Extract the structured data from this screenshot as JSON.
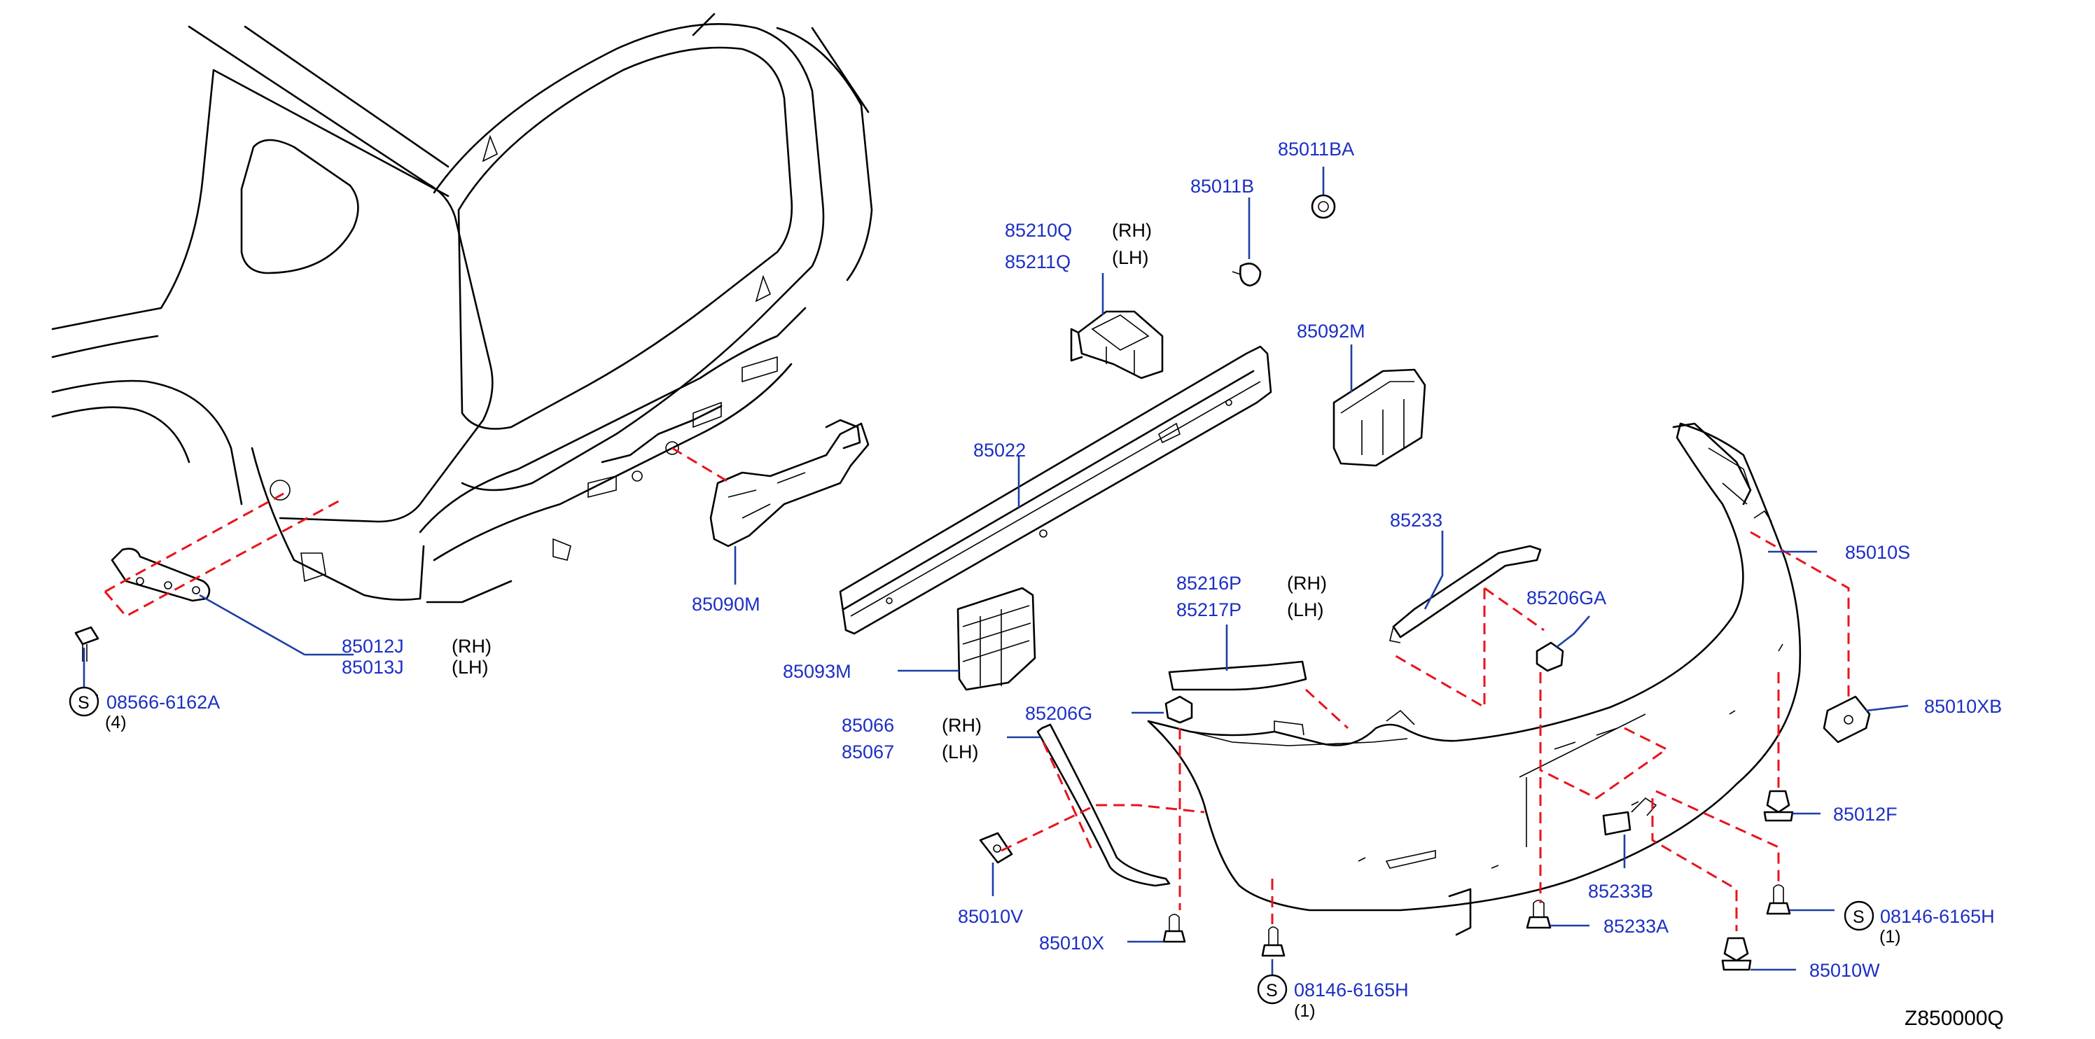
{
  "diagram_code": "Z850000Q",
  "labels": [
    {
      "id": "l85011BA",
      "part": "85011BA",
      "side": "",
      "note": ""
    },
    {
      "id": "l85011B",
      "part": "85011B",
      "side": "",
      "note": ""
    },
    {
      "id": "l85210Q",
      "part": "85210Q",
      "side": "(RH)",
      "note": ""
    },
    {
      "id": "l85211Q",
      "part": "85211Q",
      "side": "(LH)",
      "note": ""
    },
    {
      "id": "l85092M",
      "part": "85092M",
      "side": "",
      "note": ""
    },
    {
      "id": "l85022",
      "part": "85022",
      "side": "",
      "note": ""
    },
    {
      "id": "l85233",
      "part": "85233",
      "side": "",
      "note": ""
    },
    {
      "id": "l85010S",
      "part": "85010S",
      "side": "",
      "note": ""
    },
    {
      "id": "l85090M",
      "part": "85090M",
      "side": "",
      "note": ""
    },
    {
      "id": "l85216P",
      "part": "85216P",
      "side": "(RH)",
      "note": ""
    },
    {
      "id": "l85217P",
      "part": "85217P",
      "side": "(LH)",
      "note": ""
    },
    {
      "id": "l85206GA",
      "part": "85206GA",
      "side": "",
      "note": ""
    },
    {
      "id": "l85012J",
      "part": "85012J",
      "side": "(RH)",
      "note": ""
    },
    {
      "id": "l85013J",
      "part": "85013J",
      "side": "(LH)",
      "note": ""
    },
    {
      "id": "l85093M",
      "part": "85093M",
      "side": "",
      "note": ""
    },
    {
      "id": "l85010XB",
      "part": "85010XB",
      "side": "",
      "note": ""
    },
    {
      "id": "l08566",
      "part": "08566-6162A",
      "side": "",
      "note": "(4)",
      "symbol": "S"
    },
    {
      "id": "l85066",
      "part": "85066",
      "side": "(RH)",
      "note": ""
    },
    {
      "id": "l85067",
      "part": "85067",
      "side": "(LH)",
      "note": ""
    },
    {
      "id": "l85206G",
      "part": "85206G",
      "side": "",
      "note": ""
    },
    {
      "id": "l85012F",
      "part": "85012F",
      "side": "",
      "note": ""
    },
    {
      "id": "l85233B",
      "part": "85233B",
      "side": "",
      "note": ""
    },
    {
      "id": "l85010V",
      "part": "85010V",
      "side": "",
      "note": ""
    },
    {
      "id": "l08146R",
      "part": "08146-6165H",
      "side": "",
      "note": "(1)",
      "symbol": "S"
    },
    {
      "id": "l85233A",
      "part": "85233A",
      "side": "",
      "note": ""
    },
    {
      "id": "l85010X",
      "part": "85010X",
      "side": "",
      "note": ""
    },
    {
      "id": "l85010W",
      "part": "85010W",
      "side": "",
      "note": ""
    },
    {
      "id": "l08146B",
      "part": "08146-6165H",
      "side": "",
      "note": "(1)",
      "symbol": "S"
    }
  ]
}
